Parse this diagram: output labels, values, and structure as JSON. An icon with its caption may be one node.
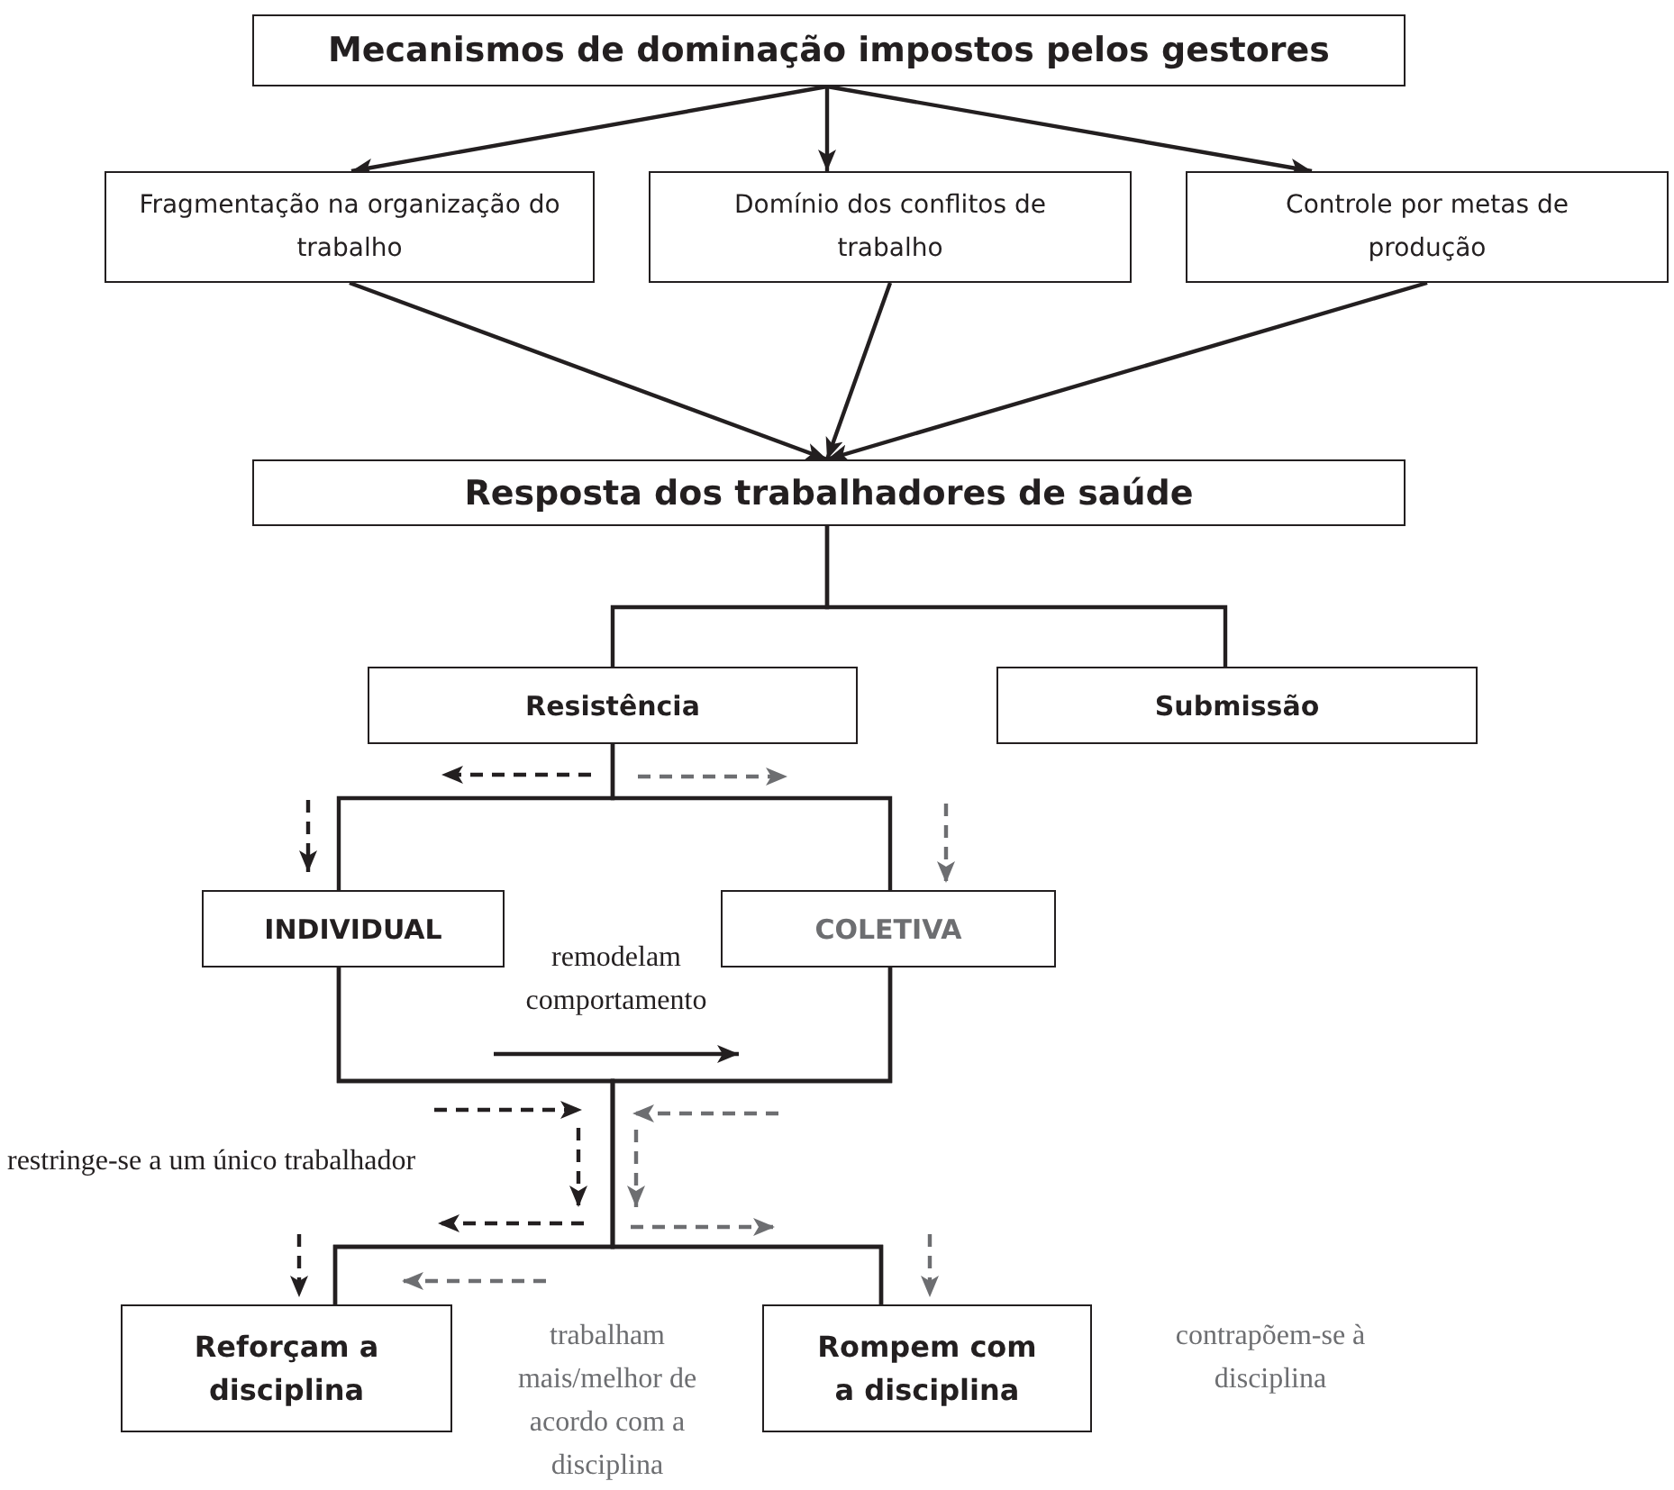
{
  "diagram": {
    "nodes": [
      {
        "text": [
          "Mecanismos de dominação impostos pelos gestores"
        ]
      },
      {
        "text": [
          "Fragmentação na organização do trabalho"
        ]
      },
      {
        "text": [
          "Domínio dos conflitos de trabalho"
        ]
      },
      {
        "text": [
          "Controle por metas de produção"
        ]
      },
      {
        "text": [
          "Resposta dos trabalhadores de saúde"
        ]
      },
      {
        "text": [
          "Resistência"
        ]
      },
      {
        "text": [
          "Submissão"
        ]
      },
      {
        "text": [
          "INDIVIDUAL"
        ]
      },
      {
        "text": [
          "COLETIVA"
        ]
      },
      {
        "text": [
          "Reforçam a disciplina"
        ]
      },
      {
        "text": [
          "Rompem com a disciplina"
        ]
      }
    ],
    "edges": [
      {
        "from": 0,
        "to": 1,
        "arrow": "to"
      },
      {
        "from": 0,
        "to": 2,
        "arrow": "to"
      },
      {
        "from": 0,
        "to": 3,
        "arrow": "to"
      },
      {
        "from": 1,
        "to": 4,
        "arrow": "to"
      },
      {
        "from": 2,
        "to": 4,
        "arrow": "to"
      },
      {
        "from": 3,
        "to": 4,
        "arrow": "to"
      },
      {
        "from": 4,
        "to": 5,
        "arrow": "none"
      },
      {
        "from": 4,
        "to": 6,
        "arrow": "none"
      },
      {
        "from": 5,
        "to": 7,
        "arrow": "none"
      },
      {
        "from": 5,
        "to": 8,
        "arrow": "none"
      },
      {
        "from": 7,
        "to": 9,
        "arrow": "none"
      },
      {
        "from": 7,
        "to": 10,
        "arrow": "none"
      },
      {
        "from": 8,
        "to": 9,
        "arrow": "none"
      },
      {
        "from": 8,
        "to": 10,
        "arrow": "none"
      }
    ],
    "labels": [
      "remodelam comportamento",
      "restringe-se a um único trabalhador",
      "trabalham mais/melhor de acordo com a disciplina",
      "contrapõem-se à disciplina"
    ]
  }
}
